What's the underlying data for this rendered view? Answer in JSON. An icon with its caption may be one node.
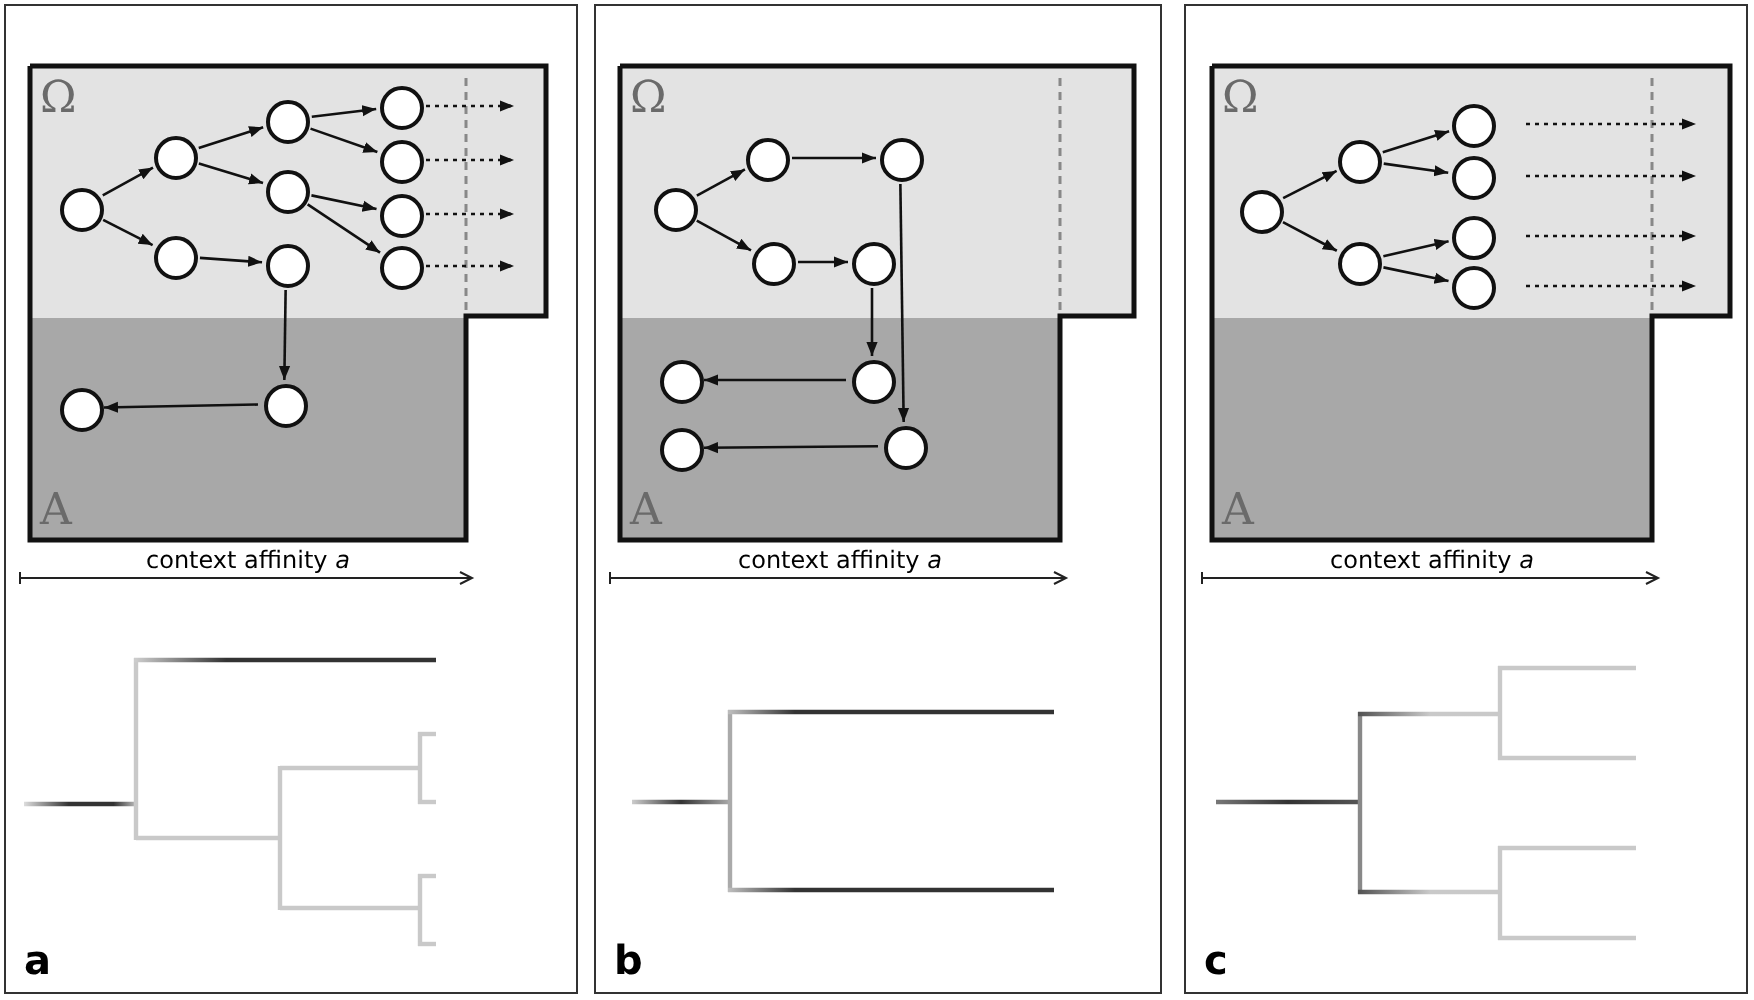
{
  "diagram": {
    "nodes": [
      {
        "text": [
          "a"
        ]
      },
      {
        "text": [
          "Ω"
        ],
        "in": 0
      },
      {
        "text": [
          "A"
        ],
        "in": 0
      },
      {
        "text": [],
        "shape": "circle",
        "in": 1
      },
      {
        "text": [],
        "shape": "circle",
        "in": 1
      },
      {
        "text": [],
        "shape": "circle",
        "in": 1
      },
      {
        "text": [],
        "shape": "circle",
        "in": 1
      },
      {
        "text": [],
        "shape": "circle",
        "in": 1
      },
      {
        "text": [],
        "shape": "circle",
        "in": 1
      },
      {
        "text": [],
        "shape": "circle",
        "in": 1
      },
      {
        "text": [],
        "shape": "circle",
        "in": 1
      },
      {
        "text": [],
        "shape": "circle",
        "in": 1
      },
      {
        "text": [],
        "shape": "circle",
        "in": 1
      },
      {
        "text": [],
        "shape": "circle",
        "in": 2
      },
      {
        "text": [],
        "shape": "circle",
        "in": 2
      },
      {
        "text": [
          "b"
        ]
      },
      {
        "text": [
          "Ω"
        ],
        "in": 15
      },
      {
        "text": [
          "A"
        ],
        "in": 15
      },
      {
        "text": [],
        "shape": "circle",
        "in": 16
      },
      {
        "text": [],
        "shape": "circle",
        "in": 16
      },
      {
        "text": [],
        "shape": "circle",
        "in": 16
      },
      {
        "text": [],
        "shape": "circle",
        "in": 16
      },
      {
        "text": [],
        "shape": "circle",
        "in": 16
      },
      {
        "text": [],
        "shape": "circle",
        "in": 17
      },
      {
        "text": [],
        "shape": "circle",
        "in": 17
      },
      {
        "text": [],
        "shape": "circle",
        "in": 17
      },
      {
        "text": [],
        "shape": "circle",
        "in": 17
      },
      {
        "text": [
          "c"
        ]
      },
      {
        "text": [
          "Ω"
        ],
        "in": 27
      },
      {
        "text": [
          "A"
        ],
        "in": 27
      },
      {
        "text": [],
        "shape": "circle",
        "in": 28
      },
      {
        "text": [],
        "shape": "circle",
        "in": 28
      },
      {
        "text": [],
        "shape": "circle",
        "in": 28
      },
      {
        "text": [],
        "shape": "circle",
        "in": 28
      },
      {
        "text": [],
        "shape": "circle",
        "in": 28
      },
      {
        "text": [],
        "shape": "circle",
        "in": 28
      },
      {
        "text": [],
        "shape": "circle",
        "in": 28
      }
    ],
    "edges": [
      {
        "from": 3,
        "to": 4,
        "arrow": "to"
      },
      {
        "from": 3,
        "to": 5,
        "arrow": "to"
      },
      {
        "from": 4,
        "to": 6,
        "arrow": "to"
      },
      {
        "from": 4,
        "to": 7,
        "arrow": "to"
      },
      {
        "from": 5,
        "to": 8,
        "arrow": "to"
      },
      {
        "from": 6,
        "to": 9,
        "arrow": "to"
      },
      {
        "from": 6,
        "to": 10,
        "arrow": "to"
      },
      {
        "from": 7,
        "to": 11,
        "arrow": "to"
      },
      {
        "from": 7,
        "to": 12,
        "arrow": "to"
      },
      {
        "from": 8,
        "to": 14,
        "arrow": "to"
      },
      {
        "from": 14,
        "to": 13,
        "arrow": "to"
      },
      {
        "from": 9,
        "to": null,
        "arrow": "to",
        "style": "dashed"
      },
      {
        "from": 10,
        "to": null,
        "arrow": "to",
        "style": "dashed"
      },
      {
        "from": 11,
        "to": null,
        "arrow": "to",
        "style": "dashed"
      },
      {
        "from": 12,
        "to": null,
        "arrow": "to",
        "style": "dashed"
      },
      {
        "from": 18,
        "to": 19,
        "arrow": "to"
      },
      {
        "from": 18,
        "to": 21,
        "arrow": "to"
      },
      {
        "from": 19,
        "to": 20,
        "arrow": "to"
      },
      {
        "from": 21,
        "to": 22,
        "arrow": "to"
      },
      {
        "from": 22,
        "to": 24,
        "arrow": "to"
      },
      {
        "from": 20,
        "to": 26,
        "arrow": "to"
      },
      {
        "from": 24,
        "to": 23,
        "arrow": "to"
      },
      {
        "from": 26,
        "to": 25,
        "arrow": "to"
      },
      {
        "from": 30,
        "to": 31,
        "arrow": "to"
      },
      {
        "from": 30,
        "to": 32,
        "arrow": "to"
      },
      {
        "from": 31,
        "to": 33,
        "arrow": "to"
      },
      {
        "from": 31,
        "to": 34,
        "arrow": "to"
      },
      {
        "from": 32,
        "to": 35,
        "arrow": "to"
      },
      {
        "from": 32,
        "to": 36,
        "arrow": "to"
      },
      {
        "from": 33,
        "to": null,
        "arrow": "to",
        "style": "dashed"
      },
      {
        "from": 34,
        "to": null,
        "arrow": "to",
        "style": "dashed"
      },
      {
        "from": 35,
        "to": null,
        "arrow": "to",
        "style": "dashed"
      },
      {
        "from": 36,
        "to": null,
        "arrow": "to",
        "style": "dashed"
      }
    ],
    "labels": [
      "context affinity *a*",
      "context affinity *a*",
      "context affinity *a*"
    ]
  }
}
